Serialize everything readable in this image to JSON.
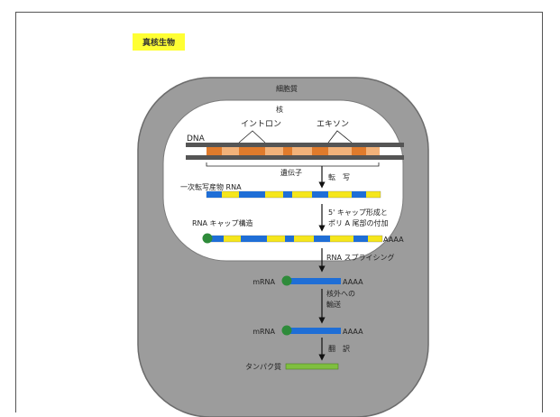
{
  "title": "真核生物",
  "labels": {
    "cytoplasm": "細胞質",
    "nucleus": "核",
    "dna": "DNA",
    "intron": "イントロン",
    "exon": "エキソン",
    "gene": "遺伝子",
    "transcription": "転　写",
    "primary_transcript": "一次転写産物 RNA",
    "capping_line1": "5' キャップ形成と",
    "capping_line2": "ポリ A 尾部の付加",
    "cap_structure": "RNA キャップ構造",
    "polyA_1": "AAAA",
    "splicing": "RNA スプライシング",
    "mrna_1": "mRNA",
    "polyA_2": "AAAA",
    "export_line1": "核外への",
    "export_line2": "輸送",
    "mrna_2": "mRNA",
    "polyA_3": "AAAA",
    "translation": "翻　訳",
    "protein": "タンパク質"
  },
  "colors": {
    "cell": "#9c9c9c",
    "nucleus": "#ffffff",
    "dna_strand": "#555555",
    "dna_exon": "#f2b27a",
    "dna_intron": "#e07b2c",
    "rna_exon": "#f5e61c",
    "rna_intron": "#1f6ed6",
    "mrna": "#1f6ed6",
    "cap": "#2e8b3a",
    "protein": "#7fbf3f",
    "title_bg": "#ffff33"
  }
}
